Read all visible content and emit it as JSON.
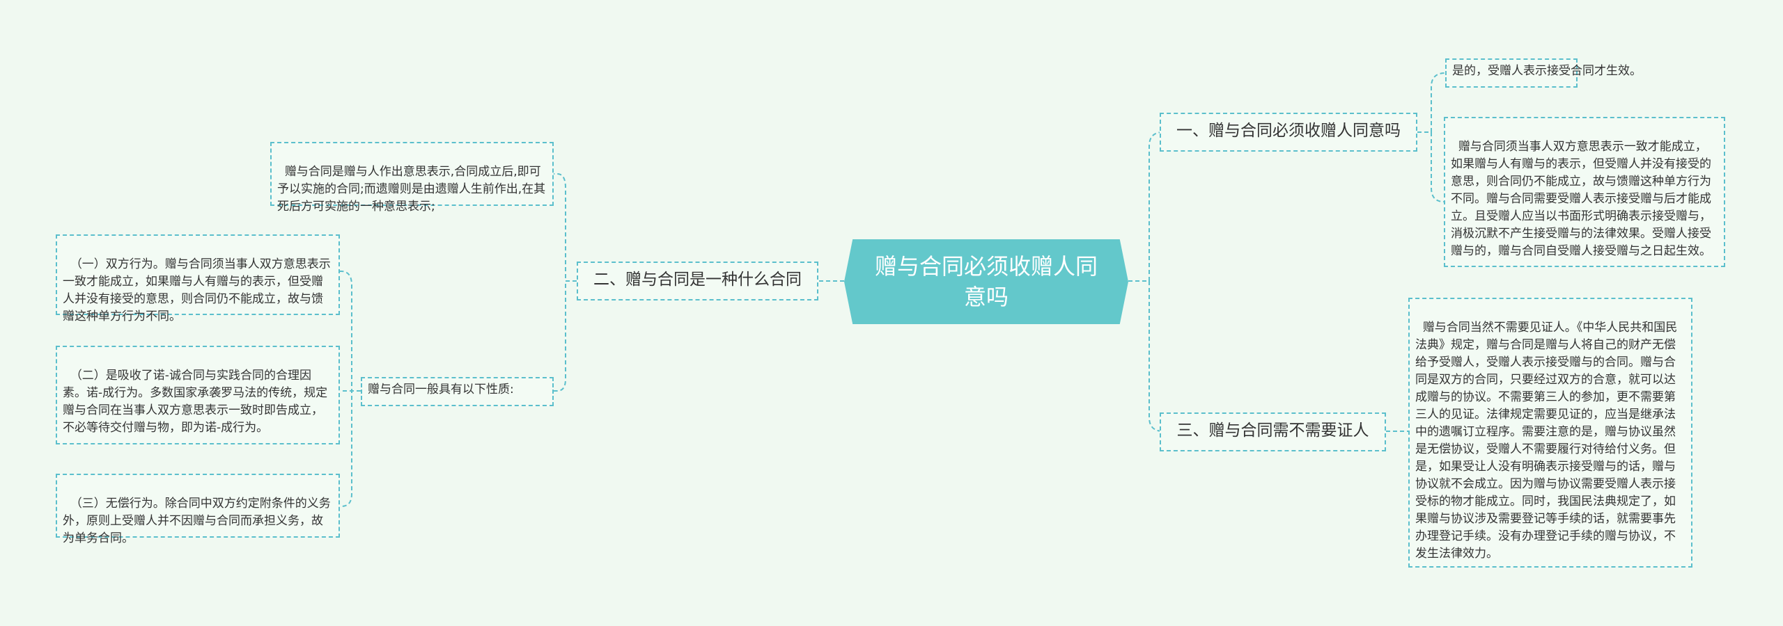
{
  "root": {
    "title": "赠与合同必须收赠人同意吗"
  },
  "branches": {
    "b1": {
      "label": "一、赠与合同必须收赠人同意吗",
      "children": [
        "是的，受赠人表示接受合同才生效。",
        "赠与合同须当事人双方意思表示一致才能成立，如果赠与人有赠与的表示，但受赠人并没有接受的意思，则合同仍不能成立，故与馈赠这种单方行为不同。赠与合同需要受赠人表示接受赠与后才能成立。且受赠人应当以书面形式明确表示接受赠与，消极沉默不产生接受赠与的法律效果。受赠人接受赠与的，赠与合同自受赠人接受赠与之日起生效。"
      ]
    },
    "b2": {
      "label": "二、赠与合同是一种什么合同",
      "definition": "赠与合同是赠与人作出意思表示,合同成立后,即可予以实施的合同;而遗赠则是由遗赠人生前作出,在其死后方可实施的一种意思表示;",
      "props_label": "赠与合同一般具有以下性质:",
      "props": [
        "（一）双方行为。赠与合同须当事人双方意思表示一致才能成立，如果赠与人有赠与的表示，但受赠人并没有接受的意思，则合同仍不能成立，故与馈赠这种单方行为不同。",
        "（二）是吸收了诺-诚合同与实践合同的合理因素。诺-成行为。多数国家承袭罗马法的传统，规定赠与合同在当事人双方意思表示一致时即告成立，不必等待交付赠与物，即为诺-成行为。",
        "（三）无偿行为。除合同中双方约定附条件的义务外，原则上受赠人并不因赠与合同而承担义务，故为单务合同。"
      ]
    },
    "b3": {
      "label": "三、赠与合同需不需要证人",
      "children": [
        "赠与合同当然不需要见证人。《中华人民共和国民法典》规定，赠与合同是赠与人将自己的财产无偿给予受赠人，受赠人表示接受赠与的合同。赠与合同是双方的合同，只要经过双方的合意，就可以达成赠与的协议。不需要第三人的参加，更不需要第三人的见证。法律规定需要见证的，应当是继承法中的遗嘱订立程序。需要注意的是，赠与协议虽然是无偿协议，受赠人不需要履行对待给付义务。但是，如果受让人没有明确表示接受赠与的话，赠与协议就不会成立。因为赠与协议需要受赠人表示接受标的物才能成立。同时，我国民法典规定了，如果赠与协议涉及需要登记等手续的话，就需要事先办理登记手续。没有办理登记手续的赠与协议，不发生法律效力。"
      ]
    }
  },
  "colors": {
    "root_fill": "#63c8cb",
    "connector": "#5bbfcc",
    "background": "#f0f9f1"
  }
}
